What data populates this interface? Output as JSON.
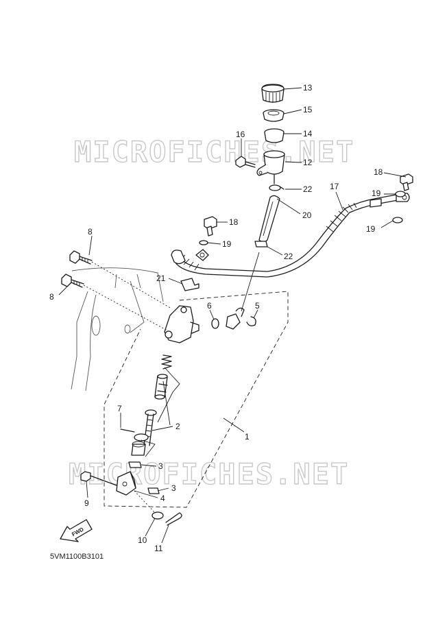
{
  "watermark": "MICROFICHES.NET",
  "diagram_code": "5VM1100B3101",
  "fwd_label": "FWD",
  "callouts": [
    "13",
    "15",
    "14",
    "16",
    "12",
    "18",
    "19",
    "17",
    "22",
    "20",
    "18",
    "19",
    "19",
    "8",
    "22",
    "8",
    "21",
    "6",
    "5",
    "7",
    "2",
    "1",
    "3",
    "3",
    "9",
    "4",
    "10",
    "11"
  ]
}
